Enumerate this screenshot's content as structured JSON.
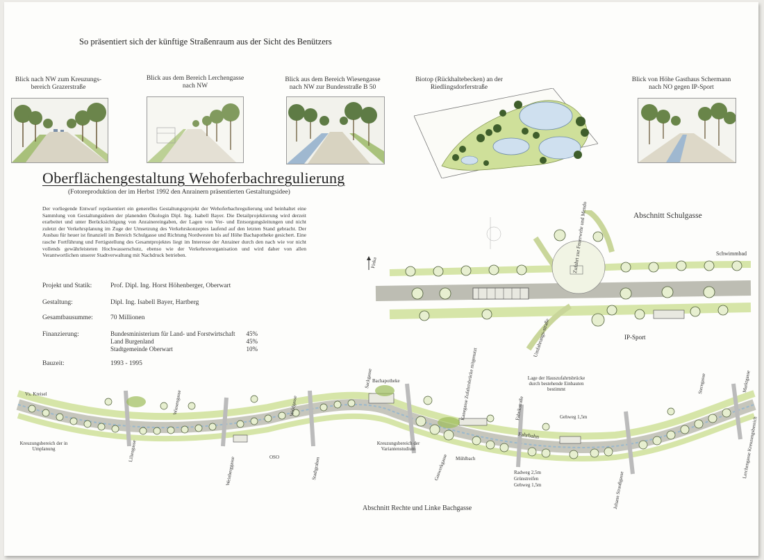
{
  "heading": "So präsentiert sich der künftige Straßenraum aus der Sicht des Benützers",
  "views": [
    {
      "caption": "Blick nach NW zum Kreuzungs-bereich Grazerstraße"
    },
    {
      "caption": "Blick aus dem Bereich Lerchengasse nach NW"
    },
    {
      "caption": "Blick aus dem Bereich Wiesengasse nach NW zur Bundesstraße B 50"
    },
    {
      "caption": "Biotop (Rückhaltebecken) an der Riedlingsdorferstraße"
    },
    {
      "caption": "Blick von Höhe Gasthaus Schermann nach NO gegen IP-Sport"
    }
  ],
  "title": "Oberflächengestaltung Wehoferbachregulierung",
  "subtitle": "(Fotoreproduktion der im Herbst 1992 den Anrainern präsentierten Gestaltungsidee)",
  "description": "Der vorliegende Entwurf repräsentiert ein generelles Gestaltungsprojekt der Wehoferbachregulierung und beinhaltet eine Sammlung von Gestaltungsideen der planenden Ökologin Dipl. Ing. Isabell Bayer. Die Detailprojektierung wird derzeit erarbeitet und unter Berücksichtigung von Anrainereingaben, der Lagen von Ver- und Entsorgungsleitungen und nicht zuletzt der Verkehrsplanung im Zuge der Umsetzung des Verkehrskonzeptes laufend auf den letzten Stand gebracht. Der Ausbau für heuer ist finanziell im Bereich Schulgasse und Richtung Nordwesten bis auf Höhe Bachapotheke gesichert. Eine rasche Fortführung und Fertigstellung des Gesamtprojektes liegt im Interesse der Anrainer durch den nach wie vor nicht vollends gewährleisteten Hochwasserschutz, ebenso wie der Verkehrsreorganisation und wird daher von allen Verantwortlichen unserer Stadtverwaltung mit Nachdruck betrieben.",
  "facts": {
    "projekt_label": "Projekt und Statik:",
    "projekt_value": "Prof. Dipl. Ing. Horst Höhenberger, Oberwart",
    "gestaltung_label": "Gestaltung:",
    "gestaltung_value": "Dipl. Ing. Isabell Bayer, Hartberg",
    "summe_label": "Gesamtbausumme:",
    "summe_value": "70 Millionen",
    "finanzierung_label": "Finanzierung:",
    "finanzierung": [
      {
        "name": "Bundesministerium für Land- und Forstwirtschaft",
        "share": "45%"
      },
      {
        "name": "Land Burgenland",
        "share": "45%"
      },
      {
        "name": "Stadtgemeinde Oberwart",
        "share": "10%"
      }
    ],
    "bauzeit_label": "Bauzeit:",
    "bauzeit_value": "1993 - 1995"
  },
  "plan_schulgasse": {
    "section_title": "Abschnitt Schulgasse",
    "labels": {
      "pinka": "Pinka",
      "zufahrt": "Zufahrt zur Feuerwehr und Mendo",
      "schwimmbad": "Schwimmbad",
      "ip_sport": "IP-Sport",
      "umfahrung": "Umfahrungs-straße"
    }
  },
  "plan_bachgasse": {
    "section_title": "Abschnitt Rechte und Linke Bachgasse",
    "labels": {
      "kreisel": "Vs. Kreisel",
      "kreuzung": "Kreuzungsbereich der in Umplanung",
      "lilien": "Liliengasse",
      "wiesen": "Wiesengasse",
      "weinberg": "Weinberggasse",
      "wald": "Waldgasse",
      "oso": "OSO",
      "stadtgraben": "Stadtgraben",
      "sackgasse": "Sackgasse",
      "bachapotheke": "Bachapotheke",
      "kreuz_mitte": "Kreuzungsbereich der Variantenstudium",
      "gasse2": "Gaswerkgasse",
      "muehl": "Mühlbach",
      "kaneg": "Kanegasse Zufahrtsbrücke mitgenutzt",
      "fabrik": "Fabrikstraße",
      "fahrbahn": "Fahrbahn",
      "bruecken_note": "Lage der Hauszufahrtsbrücke durch bestehende Einbauten bestimmt",
      "gehweg_top": "Gehweg 1,5m",
      "radweg_note_1": "Radweg 2,5m",
      "radweg_note_2": "Grünstreifen",
      "radweg_note_3": "Gehweg 1,5m",
      "johann": "Johann Straußgasse",
      "sterng": "Sterngasse",
      "marktgasse": "Marktgasse",
      "lerchen": "Lerchengasse Kreuzungsbereich"
    }
  }
}
